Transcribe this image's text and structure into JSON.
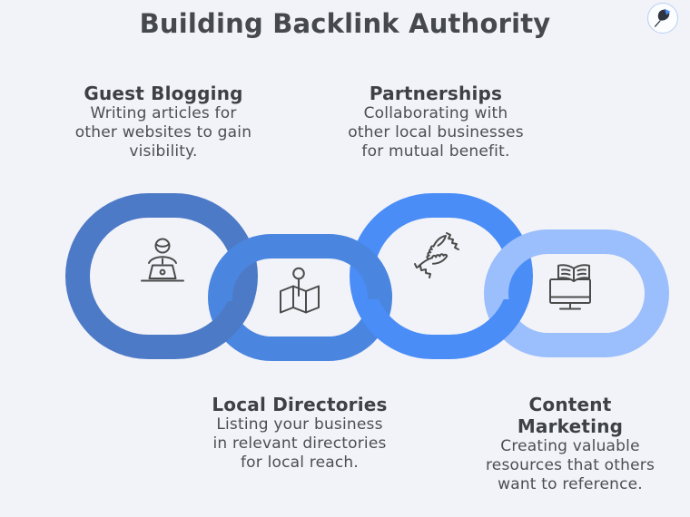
{
  "title": "Building Backlink Authority",
  "logo": {
    "icon": "pushpin-logo-icon"
  },
  "colors": {
    "background": "#f2f3f8",
    "title_text": "#45484d",
    "heading_text": "#3d4045",
    "body_text": "#4a4e54",
    "icon_stroke": "#4b4b4b",
    "link_guest_blogging": "#4d7ac6",
    "link_local_directories": "#4a86e0",
    "link_partnerships": "#4a8df7",
    "link_content_marketing": "#9bbefc"
  },
  "items": [
    {
      "title_lines": [
        "Guest Blogging"
      ],
      "desc_lines": [
        "Writing articles for",
        "other websites to gain",
        "visibility."
      ],
      "icon": "person-laptop-icon",
      "label_position": "top",
      "link_color": "#4d7ac6"
    },
    {
      "title_lines": [
        "Local Directories"
      ],
      "desc_lines": [
        "Listing your business",
        "in relevant directories",
        "for local reach."
      ],
      "icon": "map-pin-icon",
      "label_position": "bottom",
      "link_color": "#4a86e0"
    },
    {
      "title_lines": [
        "Partnerships"
      ],
      "desc_lines": [
        "Collaborating with",
        "other local businesses",
        "for mutual benefit."
      ],
      "icon": "handshake-icon",
      "label_position": "top",
      "link_color": "#4a8df7"
    },
    {
      "title_lines": [
        "Content",
        "Marketing"
      ],
      "desc_lines": [
        "Creating valuable",
        "resources that others",
        "want to reference."
      ],
      "icon": "monitor-book-icon",
      "label_position": "bottom",
      "link_color": "#9bbefc"
    }
  ]
}
